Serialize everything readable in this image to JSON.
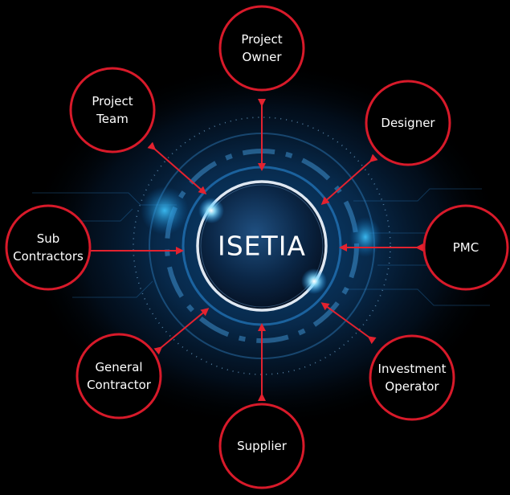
{
  "center": {
    "label": "ISETIA"
  },
  "nodes": [
    {
      "id": "project-owner",
      "lines": [
        "Project",
        "Owner"
      ]
    },
    {
      "id": "designer",
      "lines": [
        "Designer"
      ]
    },
    {
      "id": "pmc",
      "lines": [
        "PMC"
      ]
    },
    {
      "id": "investment-operator",
      "lines": [
        "Investment",
        "Operator"
      ]
    },
    {
      "id": "supplier",
      "lines": [
        "Supplier"
      ]
    },
    {
      "id": "general-contractor",
      "lines": [
        "General",
        "Contractor"
      ]
    },
    {
      "id": "sub-contractors",
      "lines": [
        "Sub",
        "Contractors"
      ]
    },
    {
      "id": "project-team",
      "lines": [
        "Project",
        "Team"
      ]
    }
  ],
  "colors": {
    "background": "#000000",
    "node_ring": "#d81a2a",
    "arrow": "#e3222f",
    "glow": "#1a8fe0",
    "text": "#ffffff"
  },
  "icons": [
    "double-arrow"
  ]
}
